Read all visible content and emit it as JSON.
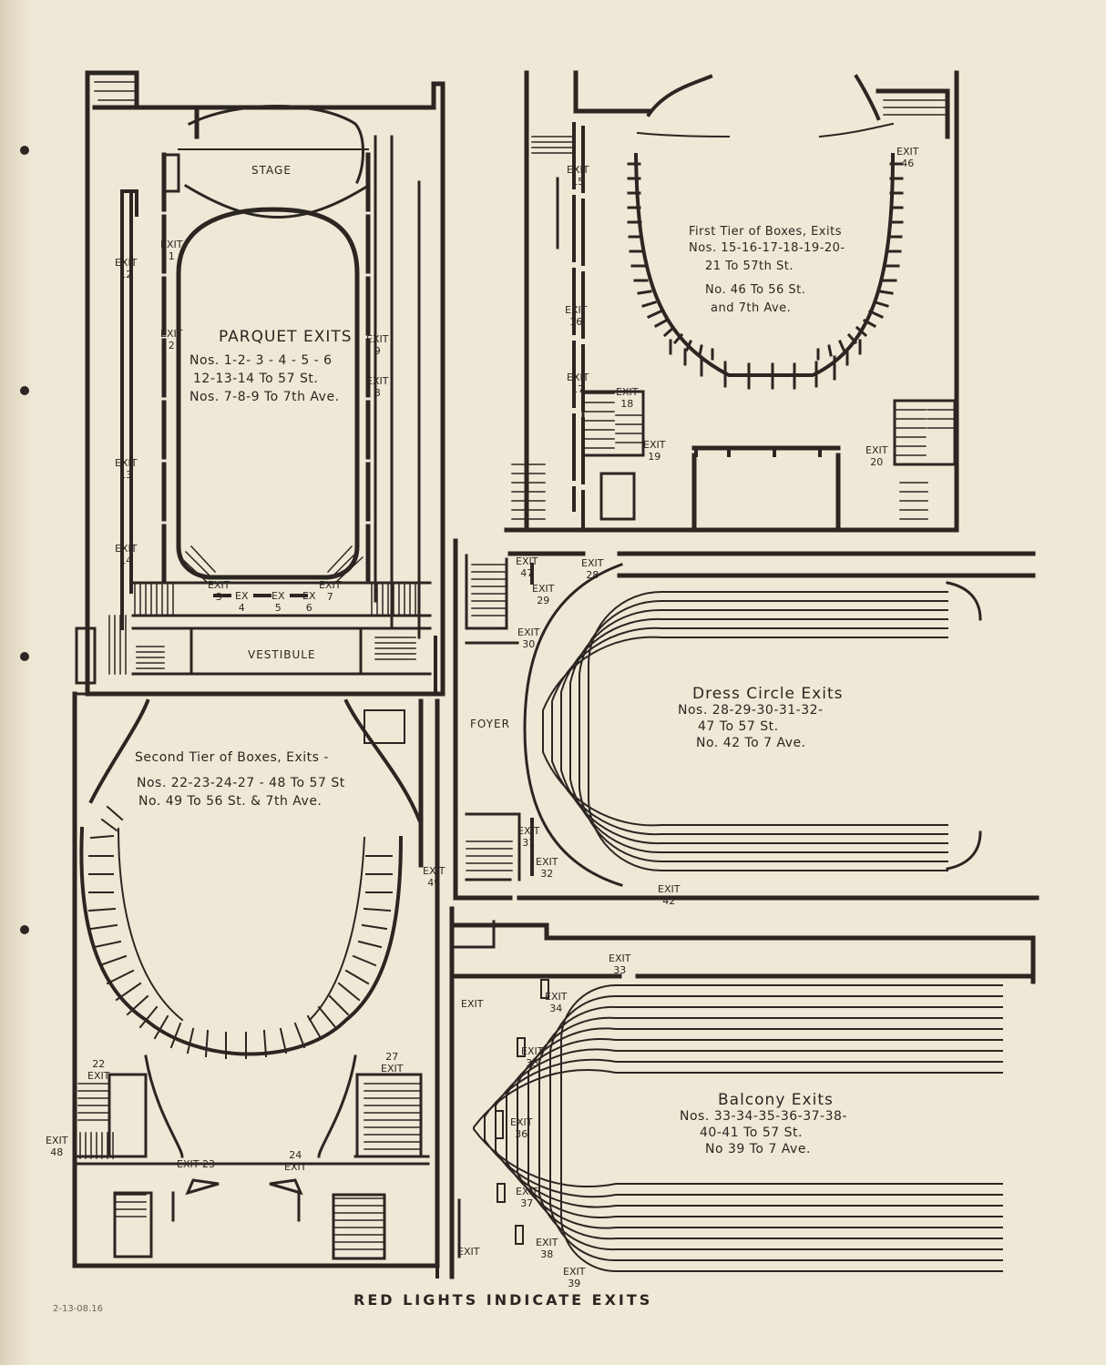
{
  "footer": "RED LIGHTS INDICATE EXITS",
  "archive_note": "2-13-08.16",
  "parquet": {
    "title": "PARQUET EXITS",
    "lines": [
      "Nos. 1-2- 3 - 4 - 5 - 6",
      "12-13-14 To 57 St.",
      "Nos. 7-8-9 To 7th Ave."
    ],
    "stage": "STAGE",
    "vestibule": "VESTIBULE",
    "exits": [
      {
        "label": "EXIT",
        "num": "1"
      },
      {
        "label": "EXIT",
        "num": "2"
      },
      {
        "label": "EXIT",
        "num": "12"
      },
      {
        "label": "EXIT",
        "num": "13"
      },
      {
        "label": "EXIT",
        "num": "14"
      },
      {
        "label": "EXIT",
        "num": "3"
      },
      {
        "label": "EX",
        "num": "4"
      },
      {
        "label": "EX",
        "num": "5"
      },
      {
        "label": "EX",
        "num": "6"
      },
      {
        "label": "EXIT",
        "num": "7"
      },
      {
        "label": "EXIT",
        "num": "8"
      },
      {
        "label": "EXIT",
        "num": "9"
      }
    ]
  },
  "first_tier": {
    "title": "First Tier of Boxes, Exits",
    "lines": [
      "Nos. 15-16-17-18-19-20-",
      "21 To 57th St.",
      "No. 46 To 56 St.",
      "and 7th Ave."
    ],
    "exits": [
      {
        "label": "EXIT",
        "num": "15"
      },
      {
        "label": "EXIT",
        "num": "16"
      },
      {
        "label": "EXIT",
        "num": "17"
      },
      {
        "label": "EXIT",
        "num": "18"
      },
      {
        "label": "EXIT",
        "num": "19"
      },
      {
        "label": "EXIT",
        "num": "20"
      },
      {
        "label": "EXIT",
        "num": "46"
      }
    ]
  },
  "second_tier": {
    "title": "Second Tier of Boxes, Exits -",
    "lines": [
      "Nos. 22-23-24-27 - 48 To 57 St",
      "No. 49 To 56 St. & 7th Ave."
    ],
    "exits": [
      {
        "label": "EXIT",
        "num": "22"
      },
      {
        "label": "EXIT",
        "num": "27"
      },
      {
        "label": "EXIT",
        "num": "48"
      },
      {
        "label": "EXIT",
        "num": "23"
      },
      {
        "label": "EXIT",
        "num": "24"
      },
      {
        "label": "EXIT",
        "num": "49"
      }
    ]
  },
  "dress_circle": {
    "title": "Dress Circle Exits",
    "lines": [
      "Nos. 28-29-30-31-32-",
      "47 To 57 St.",
      "No. 42 To 7 Ave."
    ],
    "foyer": "FOYER",
    "exits": [
      {
        "label": "EXIT",
        "num": "47"
      },
      {
        "label": "EXIT",
        "num": "28"
      },
      {
        "label": "EXIT",
        "num": "29"
      },
      {
        "label": "EXIT",
        "num": "30"
      },
      {
        "label": "EXIT",
        "num": "31"
      },
      {
        "label": "EXIT",
        "num": "32"
      },
      {
        "label": "EXIT",
        "num": "42"
      }
    ]
  },
  "balcony": {
    "title": "Balcony Exits",
    "lines": [
      "Nos. 33-34-35-36-37-38-",
      "40-41 To 57 St.",
      "No 39 To 7 Ave."
    ],
    "exits": [
      {
        "label": "EXIT",
        "num": "33"
      },
      {
        "label": "EXIT",
        "num": "34"
      },
      {
        "label": "EXIT",
        "num": "35"
      },
      {
        "label": "EXIT",
        "num": "36"
      },
      {
        "label": "EXIT",
        "num": "37"
      },
      {
        "label": "EXIT",
        "num": "38"
      },
      {
        "label": "EXIT",
        "num": "39"
      },
      {
        "label": "EXIT",
        "num": ""
      },
      {
        "label": "EXIT",
        "num": ""
      }
    ]
  }
}
